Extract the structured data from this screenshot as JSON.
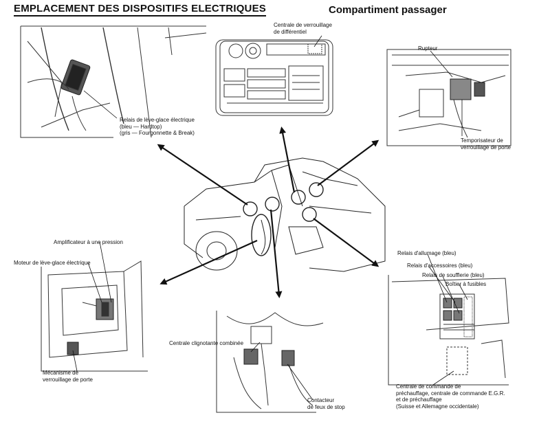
{
  "header": {
    "title": "EMPLACEMENT DES DISPOSITIFS ELECTRIQUES",
    "subtitle": "Compartiment passager"
  },
  "labels": {
    "differential": [
      "Centrale de verrouillage",
      "de différentiel"
    ],
    "rupteur": [
      "Rupteur"
    ],
    "door_timer": [
      "Temporisateur de",
      "verrouillage de porte"
    ],
    "window_relay": [
      "Relais de lève-glace électrique",
      "(bleu — Hardtop)",
      "(gris — Fourgonnette & Break)"
    ],
    "amplifier": [
      "Amplificateur à une pression"
    ],
    "window_motor": [
      "Moteur de lève-glace électrique"
    ],
    "door_lock": [
      "Mécanisme de",
      "verrouillage de porte"
    ],
    "flasher": [
      "Centrale clignotante combinée"
    ],
    "stop_switch": [
      "Contacteur",
      "de feux de stop"
    ],
    "ignition_relay": [
      "Relais d'allumage (bleu)"
    ],
    "accessory_relay": [
      "Relais d'accessoires (bleu)"
    ],
    "blower_relay": [
      "Relais de soufflerie (bleu)"
    ],
    "fuse_box": [
      "Boîtier à fusibles"
    ],
    "preheat": [
      "Centrale de commande de",
      "préchauffage, centrale de commande E.G.R.",
      "et de préchauffage",
      "(Suisse et Allemagne occidentale)"
    ]
  }
}
